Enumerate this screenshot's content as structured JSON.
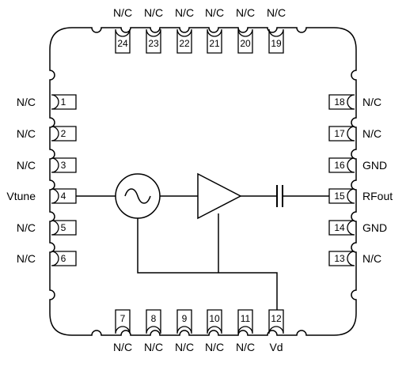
{
  "pins": [
    {
      "num": "1",
      "label": "N/C"
    },
    {
      "num": "2",
      "label": "N/C"
    },
    {
      "num": "3",
      "label": "N/C"
    },
    {
      "num": "4",
      "label": "Vtune"
    },
    {
      "num": "5",
      "label": "N/C"
    },
    {
      "num": "6",
      "label": "N/C"
    },
    {
      "num": "7",
      "label": "N/C"
    },
    {
      "num": "8",
      "label": "N/C"
    },
    {
      "num": "9",
      "label": "N/C"
    },
    {
      "num": "10",
      "label": "N/C"
    },
    {
      "num": "11",
      "label": "N/C"
    },
    {
      "num": "12",
      "label": "Vd"
    },
    {
      "num": "13",
      "label": "N/C"
    },
    {
      "num": "14",
      "label": "GND"
    },
    {
      "num": "15",
      "label": "RFout"
    },
    {
      "num": "16",
      "label": "GND"
    },
    {
      "num": "17",
      "label": "N/C"
    },
    {
      "num": "18",
      "label": "N/C"
    },
    {
      "num": "19",
      "label": "N/C"
    },
    {
      "num": "20",
      "label": "N/C"
    },
    {
      "num": "21",
      "label": "N/C"
    },
    {
      "num": "22",
      "label": "N/C"
    },
    {
      "num": "23",
      "label": "N/C"
    },
    {
      "num": "24",
      "label": "N/C"
    }
  ],
  "components": {
    "oscillator": "oscillator-symbol",
    "amplifier": "amplifier-symbol",
    "capacitor": "capacitor-symbol"
  }
}
